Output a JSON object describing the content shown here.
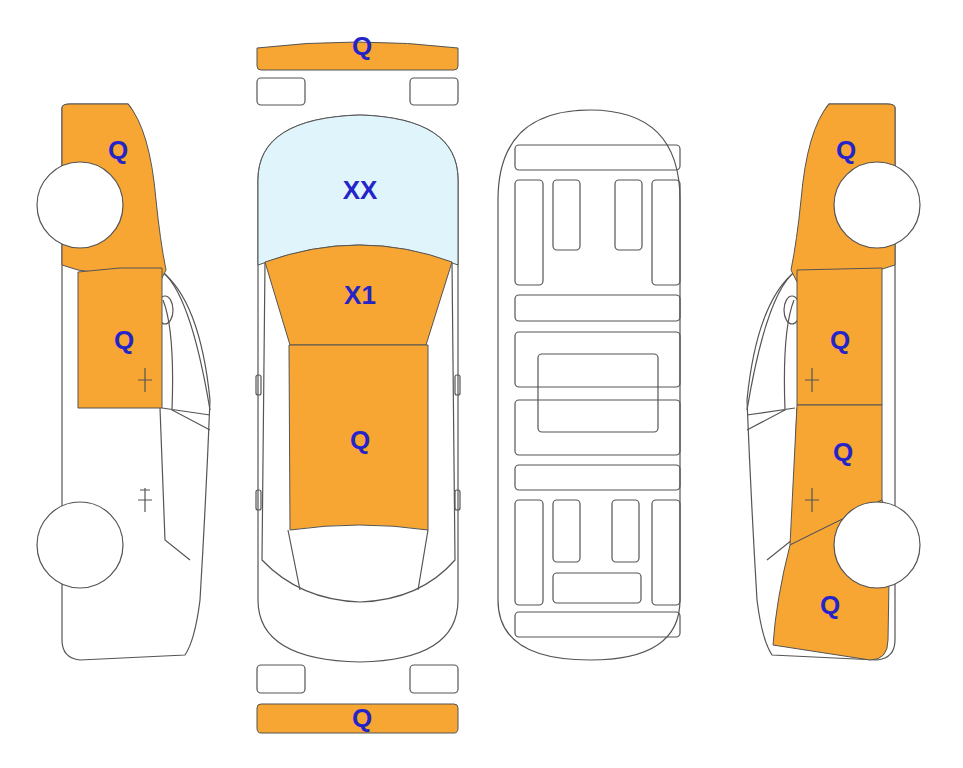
{
  "diagram": {
    "nodes": [
      {
        "text": [
          "Q"
        ]
      },
      {
        "text": [
          "Q"
        ]
      },
      {
        "text": [
          "Q"
        ]
      },
      {
        "text": [
          "XX"
        ]
      },
      {
        "text": [
          "X1"
        ]
      },
      {
        "text": [
          "Q"
        ]
      },
      {
        "text": [
          "Q"
        ]
      },
      {
        "text": [
          "Q"
        ]
      },
      {
        "text": [
          "Q"
        ]
      },
      {
        "text": [
          "Q"
        ]
      },
      {
        "text": [
          "Q"
        ]
      }
    ]
  }
}
